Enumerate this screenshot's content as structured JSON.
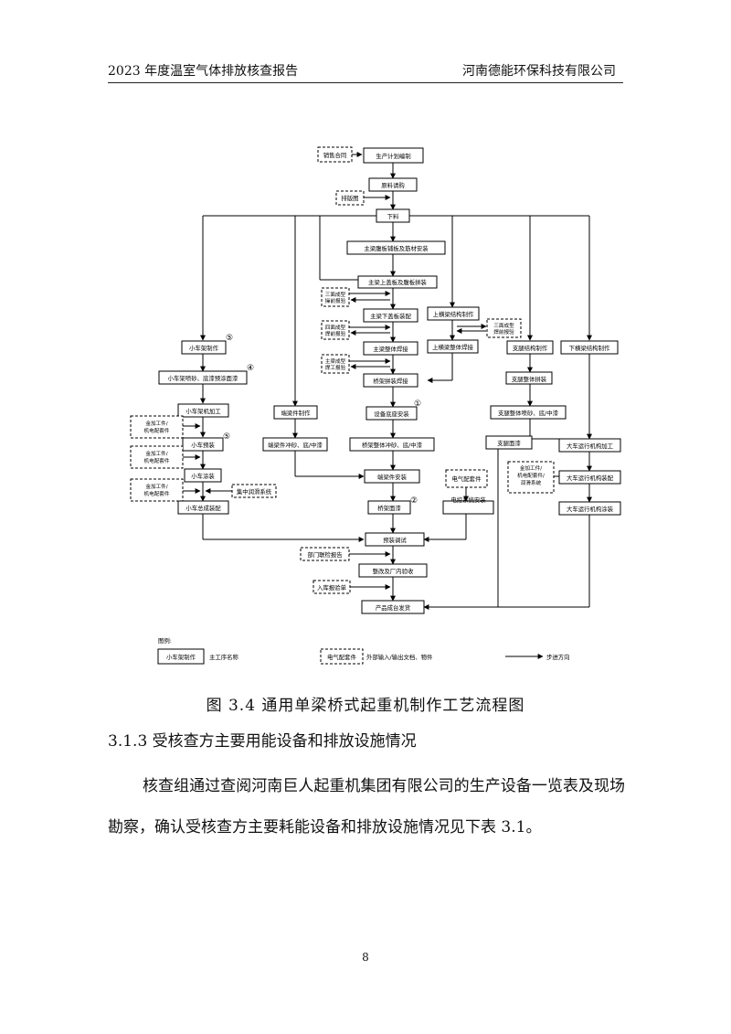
{
  "header": {
    "left": "2023 年度温室气体排放核查报告",
    "right": "河南德能环保科技有限公司"
  },
  "flowchart": {
    "nodes": {
      "sales_contract": "销售合同",
      "production_plan": "生产计划编制",
      "raw_material": "原料请购",
      "layout_drawing": "排版图",
      "cutting": "下料",
      "main_beam_web": "主梁腹板铺板及筋材安装",
      "main_beam_upper": "主梁上盖板及腹板拼装",
      "qc3_check": "三面成型操前报验",
      "main_beam_lower": "主梁下盖板装配",
      "qc4_check": "四面成型焊前报验",
      "main_beam_weld": "主梁整体焊接",
      "main_beam_form": "主梁成型焊工报验",
      "bridge_assembly": "桥架拼装焊接",
      "trolley_frame": "小车架制作",
      "trolley_frame_num": "⑤",
      "trolley_blast": "小车架喷砂、底漆预涂面漆",
      "trolley_blast_num": "④",
      "trolley_machining": "小车架机加工",
      "parts_1": "金加工件/机电配套件",
      "trolley_pre": "小车预装",
      "trolley_pre_num": "⑤",
      "parts_2": "金加工件/机电配套件",
      "trolley_paint": "小车涂装",
      "parts_3": "金加工件/机电配套件",
      "lube_system": "集中润滑系统",
      "trolley_final": "小车总成装配",
      "end_beam": "端梁件制作",
      "end_beam_blast": "端梁件冲砂、底/中漆",
      "equip_base": "设备底座安装",
      "equip_base_num": "①",
      "bridge_blast": "桥架整体冲砂、底/中漆",
      "end_beam_install": "端梁件安装",
      "bridge_topcoat": "桥架面漆",
      "bridge_topcoat_num": "②",
      "upper_track": "上横梁结构制作",
      "qc3_check_b": "三面成型焊前报验",
      "upper_track_weld": "上横梁整体焊接",
      "electric_parts": "电气配套件",
      "electric_install": "电控系统安装",
      "leg_struct": "支腿结构制作",
      "lower_track": "下横梁结构制作",
      "leg_assembly": "支腿整体拼装",
      "leg_blast": "支腿整体喷砂、底/中漆",
      "leg_topcoat": "支腿面漆",
      "crane_travel": "大车运行机构加工",
      "parts_4": "金加工件/机电配套件/润滑系统",
      "crane_travel_assy": "大车运行机构装配",
      "crane_travel_paint": "大车运行机构涂装",
      "pre_test": "预装调试",
      "dept_report": "部门联检报告",
      "acceptance": "整改及厂内验收",
      "storage_sheet": "入库报验单",
      "shipping": "产品成台发货"
    },
    "legend": {
      "title": "图例:",
      "process_example": "小车架制作",
      "process_desc": "主工序名称",
      "external_example": "电气配套件",
      "external_desc": "外部输入/输出文档、物件",
      "arrow_desc": "步进方向"
    }
  },
  "caption": "图 3.4    通用单梁桥式起重机制作工艺流程图",
  "section_title": "3.1.3  受核查方主要用能设备和排放设施情况",
  "paragraph": "核查组通过查阅河南巨人起重机集团有限公司的生产设备一览表及现场勘察，确认受核查方主要耗能设备和排放设施情况见下表 3.1。",
  "page_number": "8"
}
